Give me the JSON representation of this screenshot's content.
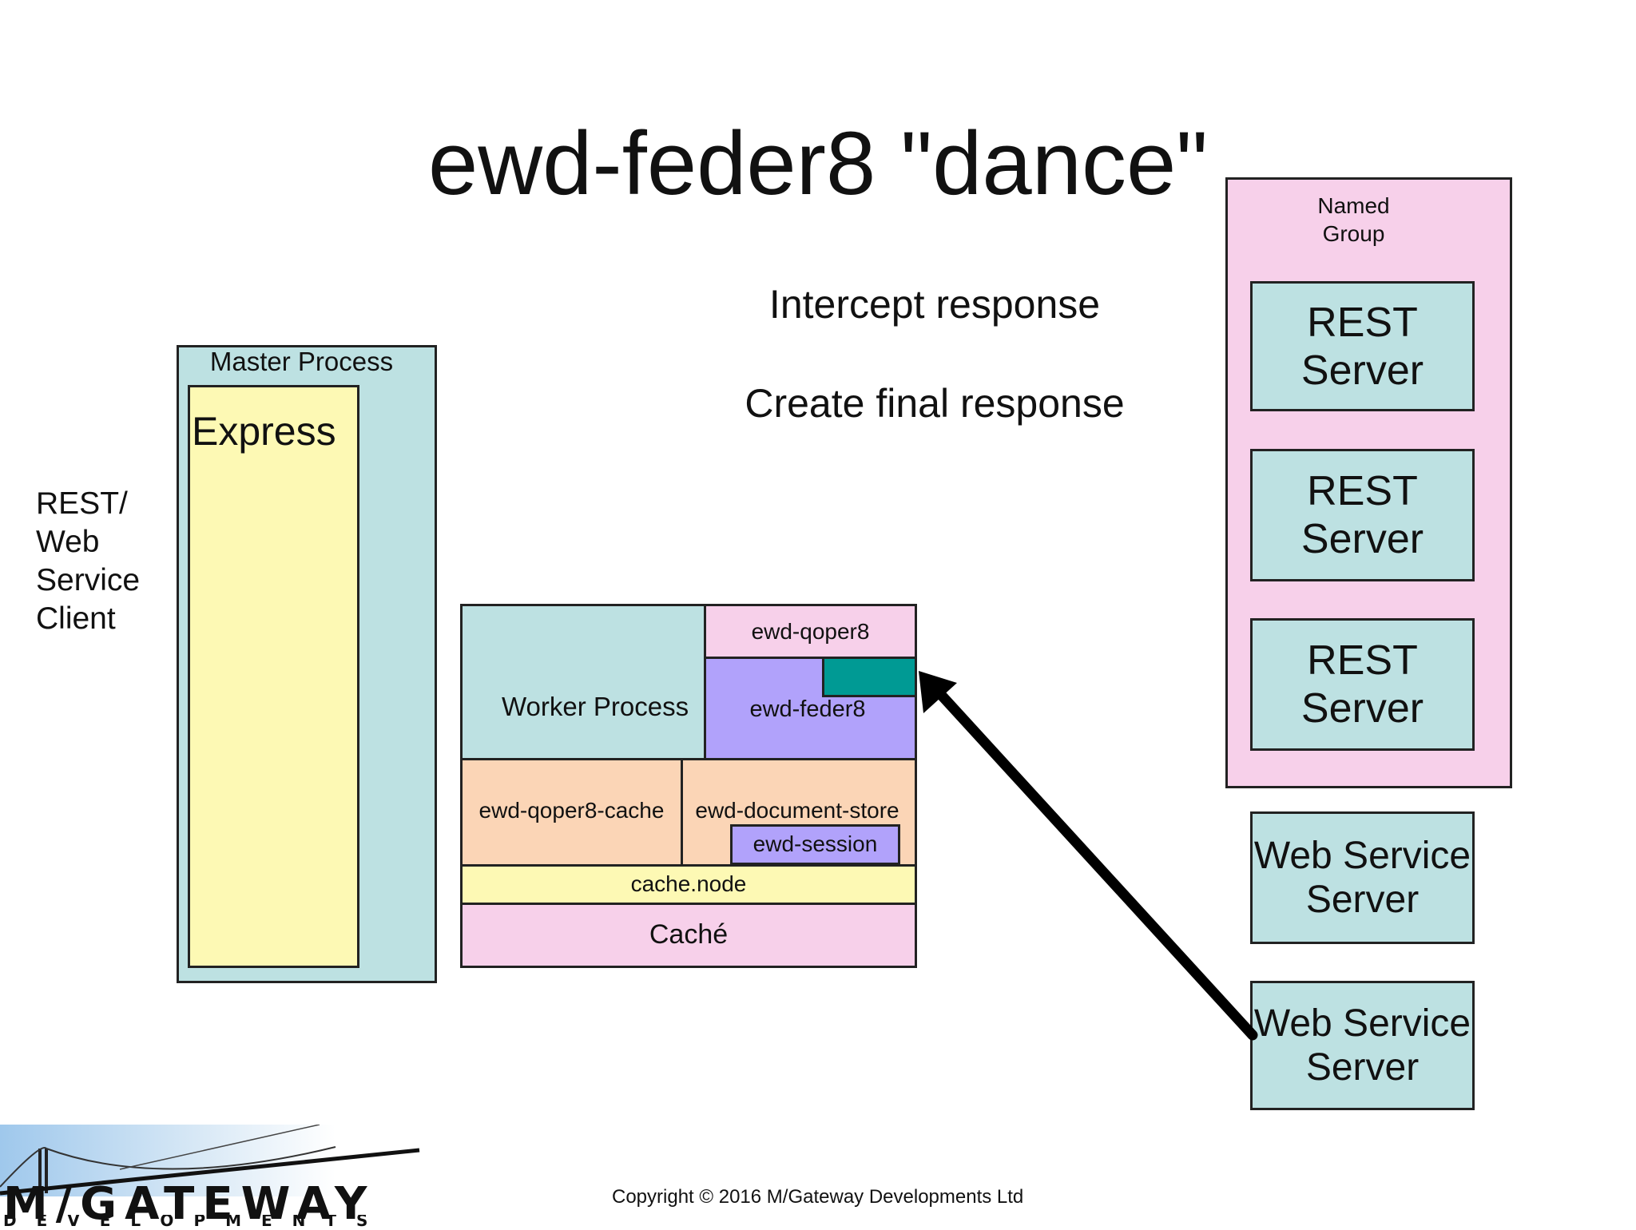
{
  "slide": {
    "title": "ewd-feder8 \"dance\"",
    "notes": [
      "Intercept response",
      "Create final response"
    ],
    "client_label": [
      "REST/",
      "Web",
      "Service",
      "Client"
    ],
    "master": {
      "label": "Master Process",
      "express": "Express"
    },
    "worker": {
      "label": "Worker Process",
      "qoper8": "ewd-qoper8",
      "feder8": "ewd-feder8",
      "qoper8_cache": "ewd-qoper8-cache",
      "document_store": "ewd-document-store",
      "session": "ewd-session",
      "cache_node": "cache.node",
      "cache": "Caché"
    },
    "named_group": {
      "label": [
        "Named",
        "Group"
      ],
      "servers": [
        [
          "REST",
          "Server"
        ],
        [
          "REST",
          "Server"
        ],
        [
          "REST",
          "Server"
        ]
      ]
    },
    "web_service_servers": [
      [
        "Web Service",
        "Server"
      ],
      [
        "Web Service",
        "Server"
      ]
    ],
    "footer": {
      "copyright": "Copyright © 2016 M/Gateway Developments Ltd",
      "logo_main": "M/GATEWAY",
      "logo_sub": "DEVELOPMENTS"
    },
    "colors": {
      "teal_box": "#bde1e2",
      "yellow_box": "#fdf9b4",
      "pink_box": "#f7d0ea",
      "peach_box": "#fbd5b6",
      "violet_box": "#b1a2fb",
      "dark_teal_box": "#009a94"
    }
  }
}
